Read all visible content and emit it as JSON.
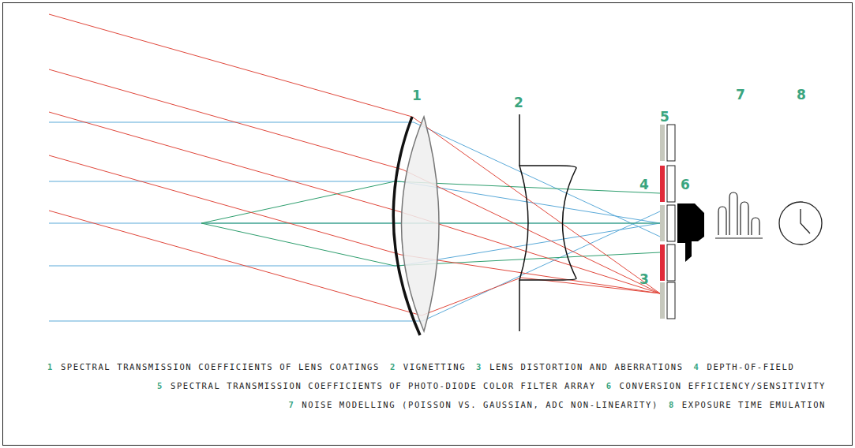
{
  "diagram": {
    "labels": [
      "1",
      "2",
      "5",
      "4",
      "6",
      "7",
      "8",
      "3",
      "1",
      "SPECTRAL TRANSMISSION COEFFICIENTS OF LENS COATINGS",
      "2",
      "VIGNETTING",
      "3",
      "LENS DISTORTION AND ABERRATIONS",
      "4",
      "DEPTH-OF-FIELD",
      "5",
      "SPECTRAL TRANSMISSION COEFFICIENTS OF PHOTO-DIODE COLOR FILTER ARRAY",
      "6",
      "CONVERSION EFFICIENCY/SENSITIVITY",
      "7",
      "NOISE MODELLING (POISSON VS. GAUSSIAN, ADC NON-LINEARITY)",
      "8",
      "EXPOSURE TIME EMULATION"
    ]
  }
}
